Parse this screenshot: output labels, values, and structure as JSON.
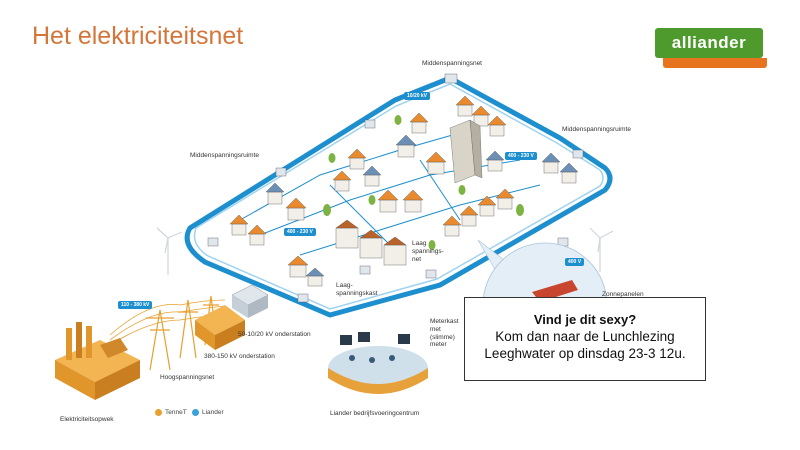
{
  "slide": {
    "title": "Het elektriciteitsnet"
  },
  "logo": {
    "text": "alliander"
  },
  "labels": {
    "middenspanningsnet": "Middenspanningsnet",
    "middenspanningsruimte_left": "Middenspanningsruimte",
    "middenspanningsruimte_right": "Middenspanningsruimte",
    "laagspanningsnet": "Laag\nspannings-\nnet",
    "laagspanningskast": "Laag-\nspanningskast",
    "zonnepanelen": "Zonnepanelen",
    "meterkast": "Meterkast\nmet\n(slimme)\nmeter",
    "onderstation_50": "50-10/20 kV onderstation",
    "onderstation_380": "380-150 kV onderstation",
    "hoogspanningsnet": "Hoogspanningsnet",
    "elektriciteitsopwek": "Elektriciteitsopwek",
    "bedrijfsvoeringscentrum": "Liander bedrijfsvoeringcentrum"
  },
  "badges": {
    "b1": "10/20 kV",
    "b2": "400 - 230 V",
    "b3": "400 - 230 V",
    "b4": "400 V",
    "b5": "110 - 380 kV"
  },
  "legend": [
    {
      "label": "TenneT",
      "color": "#e8a030"
    },
    {
      "label": "Liander",
      "color": "#3aa0d8"
    }
  ],
  "callout": {
    "question": "Vind je dit sexy?",
    "line1": "Kom dan naar de Lunchlezing",
    "line2": "Leeghwater op dinsdag 23-3 12u."
  }
}
